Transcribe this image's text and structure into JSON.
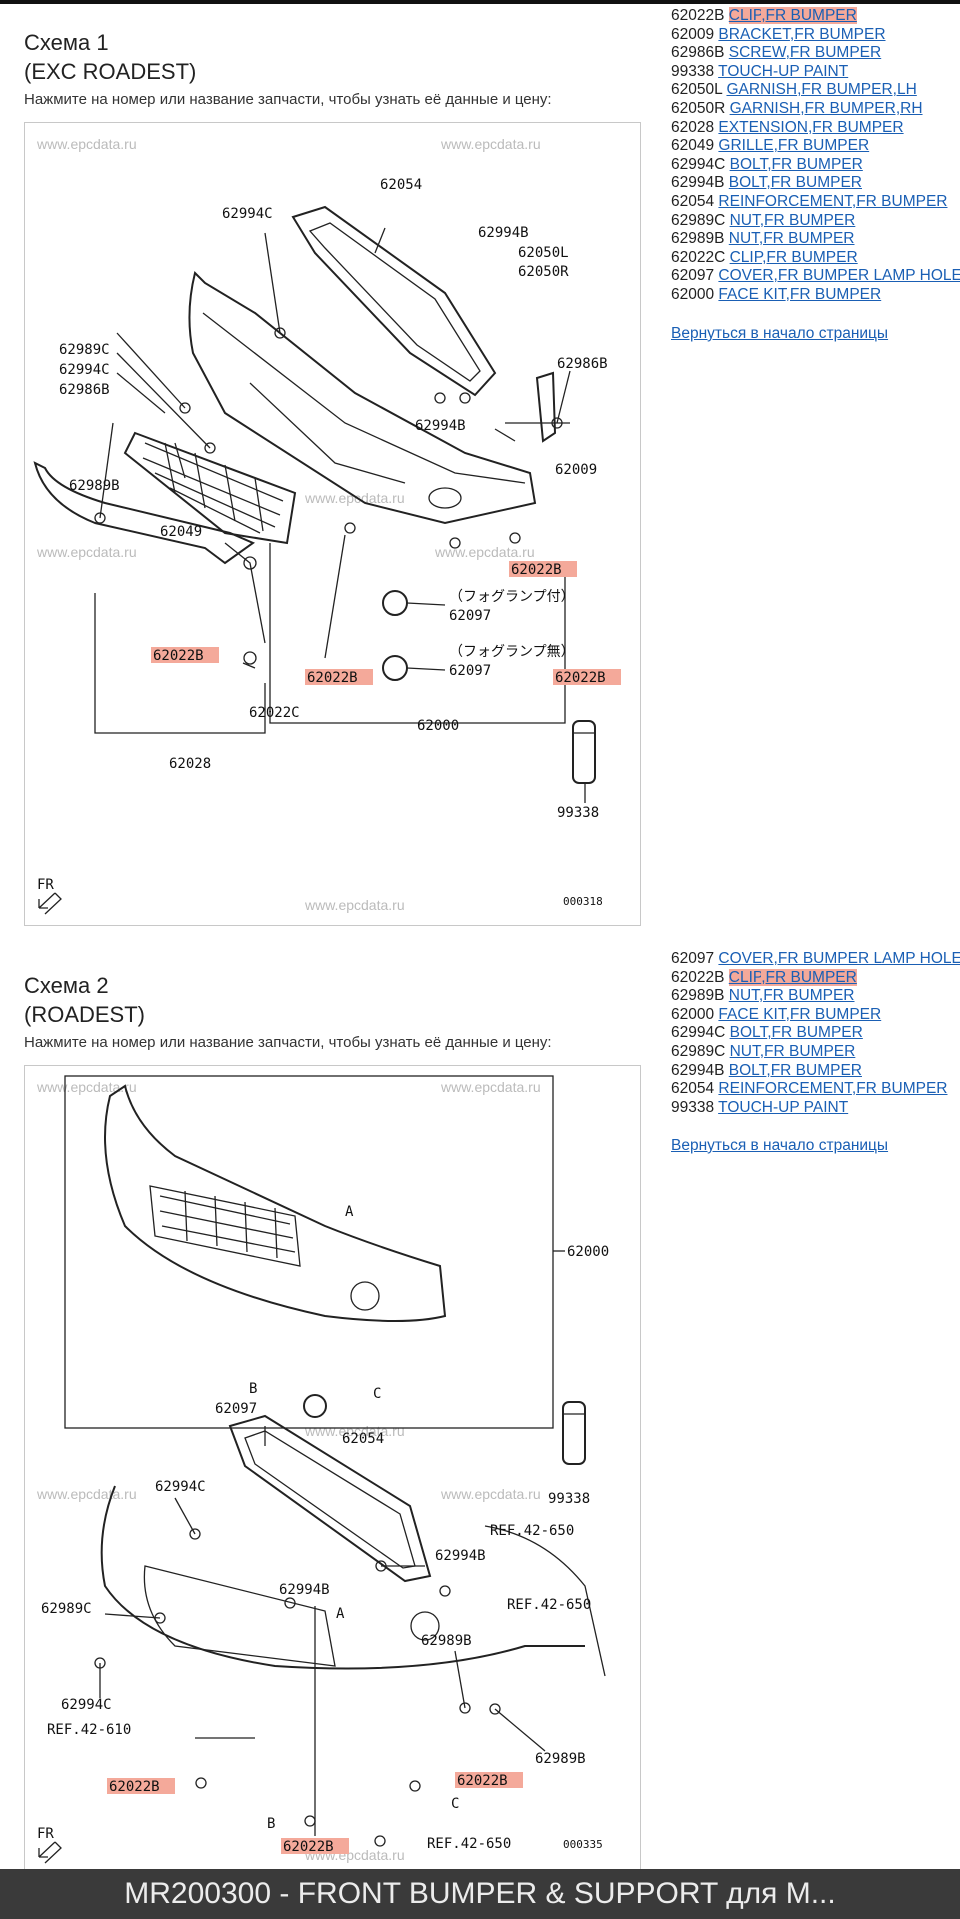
{
  "watermark": "www.epcdata.ru",
  "schemes": [
    {
      "title": "Схема 1",
      "subtitle": "(EXC ROADEST)",
      "hint": "Нажмите на номер или название запчасти, чтобы узнать её данные и цену:",
      "diagram_code": "000318",
      "callouts": [
        "62054",
        "62994C",
        "62994B",
        "62050L",
        "62050R",
        "62989C",
        "62994C",
        "62986B",
        "62986B",
        "62994B",
        "62009",
        "62989B",
        "62049",
        "62022B",
        "62097",
        "62022B",
        "62022B",
        "62022B",
        "62097",
        "62022C",
        "62000",
        "62028",
        "99338"
      ],
      "jp_labels": [
        "（フォグランプ付）",
        "（フォグランプ無）"
      ],
      "parts": [
        {
          "code": "62022B",
          "name": "CLIP",
          "desc": ",FR BUMPER",
          "highlight": true
        },
        {
          "code": "62009",
          "name": "BRACKET",
          "desc": ",FR BUMPER",
          "highlight": false
        },
        {
          "code": "62986B",
          "name": "SCREW",
          "desc": ",FR BUMPER",
          "highlight": false
        },
        {
          "code": "99338",
          "name": "TOUCH-UP PAINT",
          "desc": "",
          "highlight": false
        },
        {
          "code": "62050L",
          "name": "GARNISH",
          "desc": ",FR BUMPER,LH",
          "highlight": false
        },
        {
          "code": "62050R",
          "name": "GARNISH",
          "desc": ",FR BUMPER,RH",
          "highlight": false
        },
        {
          "code": "62028",
          "name": "EXTENSION",
          "desc": ",FR BUMPER",
          "highlight": false
        },
        {
          "code": "62049",
          "name": "GRILLE",
          "desc": ",FR BUMPER",
          "highlight": false
        },
        {
          "code": "62994C",
          "name": "BOLT",
          "desc": ",FR BUMPER",
          "highlight": false
        },
        {
          "code": "62994B",
          "name": "BOLT",
          "desc": ",FR BUMPER",
          "highlight": false
        },
        {
          "code": "62054",
          "name": "REINFORCEMENT",
          "desc": ",FR BUMPER",
          "highlight": false
        },
        {
          "code": "62989C",
          "name": "NUT",
          "desc": ",FR BUMPER",
          "highlight": false
        },
        {
          "code": "62989B",
          "name": "NUT",
          "desc": ",FR BUMPER",
          "highlight": false
        },
        {
          "code": "62022C",
          "name": "CLIP",
          "desc": ",FR BUMPER",
          "highlight": false
        },
        {
          "code": "62097",
          "name": "COVER",
          "desc": ",FR BUMPER LAMP HOLE",
          "highlight": false
        },
        {
          "code": "62000",
          "name": "FACE KIT",
          "desc": ",FR BUMPER",
          "highlight": false
        }
      ],
      "back_link": "Вернуться в начало страницы"
    },
    {
      "title": "Схема 2",
      "subtitle": "(ROADEST)",
      "hint": "Нажмите на номер или название запчасти, чтобы узнать её данные и цену:",
      "diagram_code": "000335",
      "callouts": [
        "62000",
        "A",
        "B",
        "62097",
        "C",
        "62054",
        "99338",
        "62994C",
        "REF.42-650",
        "62994B",
        "62994B",
        "A",
        "REF.42-650",
        "62989C",
        "62989B",
        "62994C",
        "REF.42-610",
        "62989B",
        "62022B",
        "62022B",
        "C",
        "B",
        "62022B",
        "REF.42-650"
      ],
      "parts": [
        {
          "code": "62097",
          "name": "COVER",
          "desc": ",FR BUMPER LAMP HOLE",
          "highlight": false
        },
        {
          "code": "62022B",
          "name": "CLIP",
          "desc": ",FR BUMPER",
          "highlight": true
        },
        {
          "code": "62989B",
          "name": "NUT",
          "desc": ",FR BUMPER",
          "highlight": false
        },
        {
          "code": "62000",
          "name": "FACE KIT",
          "desc": ",FR BUMPER",
          "highlight": false
        },
        {
          "code": "62994C",
          "name": "BOLT",
          "desc": ",FR BUMPER",
          "highlight": false
        },
        {
          "code": "62989C",
          "name": "NUT",
          "desc": ",FR BUMPER",
          "highlight": false
        },
        {
          "code": "62994B",
          "name": "BOLT",
          "desc": ",FR BUMPER",
          "highlight": false
        },
        {
          "code": "62054",
          "name": "REINFORCEMENT",
          "desc": ",FR BUMPER",
          "highlight": false
        },
        {
          "code": "99338",
          "name": "TOUCH-UP PAINT",
          "desc": "",
          "highlight": false
        }
      ],
      "back_link": "Вернуться в начало страницы"
    }
  ],
  "fr_label": "FR",
  "footer_title": "MR200300 - FRONT BUMPER & SUPPORT для M..."
}
